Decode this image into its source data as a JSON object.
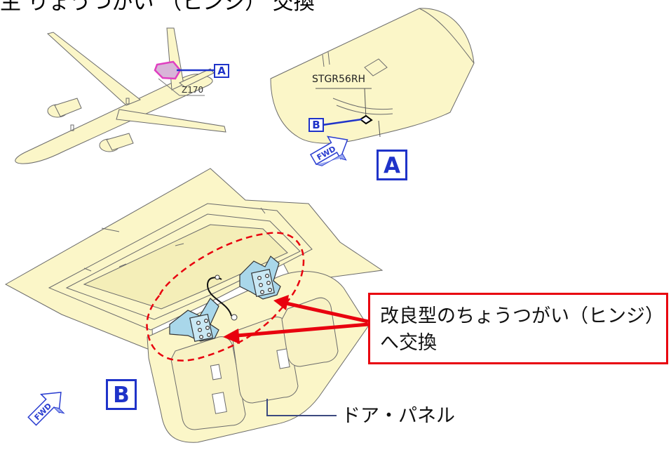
{
  "header": {
    "text": "主 りょうつがい （ヒンジ） 交換"
  },
  "labels": {
    "zone": "Z170",
    "stringer": "STGR56RH",
    "view_a": "A",
    "view_b": "B",
    "fwd": "FWD"
  },
  "callout": {
    "line1": "改良型のちょうつがい（ヒンジ）",
    "line2": "へ交換"
  },
  "door_panel": "ドア・パネル",
  "colors": {
    "panel_fill": "#fbf6c8",
    "line": "#6b6b6b",
    "view_tag": "#1f33c9",
    "highlight": "#e8000e",
    "hinge": "#a9d7ea",
    "zone_marker": "#e040c0"
  }
}
